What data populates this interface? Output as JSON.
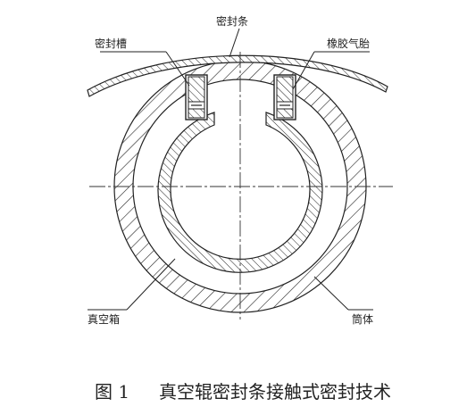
{
  "labels": {
    "seal_strip": "密封条",
    "seal_groove": "密封槽",
    "rubber_tire": "橡胶气胎",
    "vacuum_box": "真空箱",
    "cylinder_body": "筒体"
  },
  "caption": {
    "figure_no": "图 1",
    "title": "真空辊密封条接触式密封技术"
  }
}
